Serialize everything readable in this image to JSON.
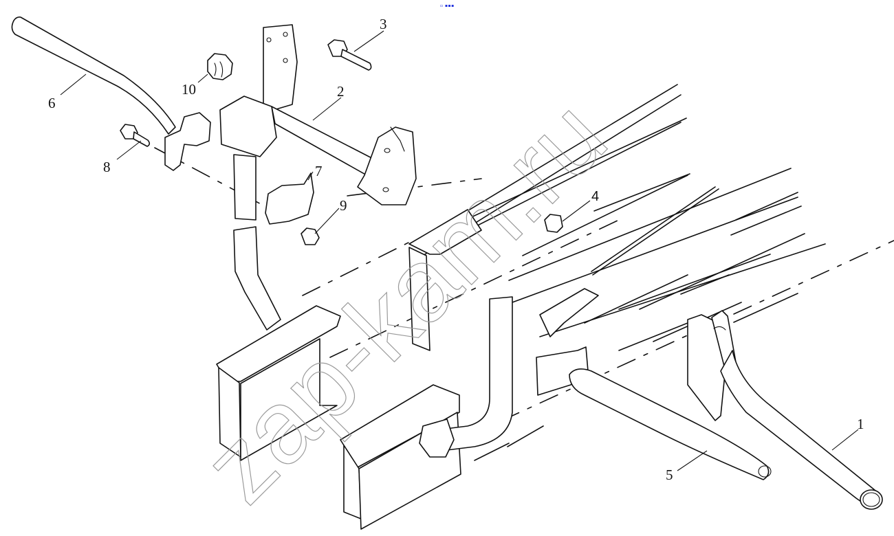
{
  "diagram": {
    "title": "Exploded view: exhaust pipe mounting",
    "header_mark": "▫ ▪▪▪",
    "watermark": "zap-kam.ru",
    "callouts": [
      {
        "id": "1",
        "part": "exhaust-tail-pipe"
      },
      {
        "id": "2",
        "part": "cross-member-bracket"
      },
      {
        "id": "3",
        "part": "bolt"
      },
      {
        "id": "4",
        "part": "nut"
      },
      {
        "id": "5",
        "part": "exhaust-pipe"
      },
      {
        "id": "6",
        "part": "intake-pipe"
      },
      {
        "id": "7",
        "part": "clamp"
      },
      {
        "id": "8",
        "part": "bolt"
      },
      {
        "id": "9",
        "part": "nut"
      },
      {
        "id": "10",
        "part": "nut"
      }
    ]
  }
}
